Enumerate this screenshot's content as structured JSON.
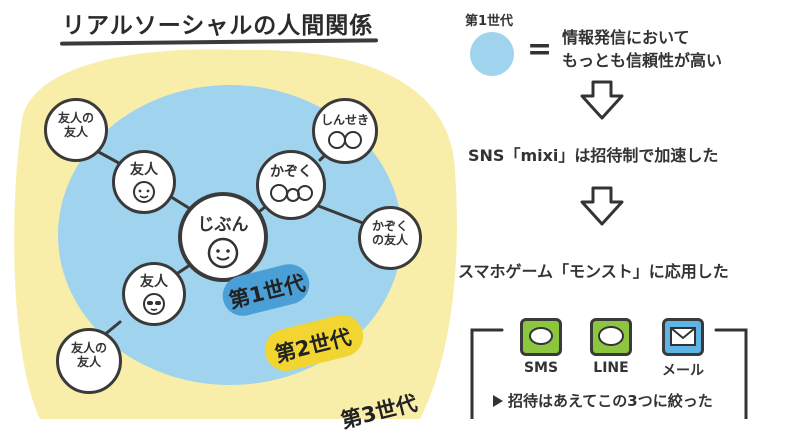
{
  "left": {
    "title": "リアルソーシャルの人間関係",
    "center_node": "じぶん",
    "nodes": {
      "friend_top": "友人",
      "friend_bottom": "友人",
      "family": "かぞく",
      "relatives": "しんせき",
      "friend_of_friend_top": "友人の友人",
      "friend_of_friend_bottom": "友人の友人",
      "family_friend": "かぞくの友人"
    },
    "generations": {
      "first": "第1世代",
      "second": "第2世代",
      "third": "第3世代"
    },
    "colors": {
      "outer_zone": "#f8eeaa",
      "inner_zone": "#9fd3ee",
      "node_fill": "#ffffff",
      "first_badge": "#4aa0d6",
      "second_badge": "#f2d531"
    }
  },
  "right": {
    "legend_label": "第1世代",
    "legend_equals": "=",
    "legend_text_line1": "情報発信において",
    "legend_text_line2": "もっとも信頼性が高い",
    "step1": "SNS「mixi」は招待制で加速した",
    "step2": "スマホゲーム「モンスト」に応用した",
    "apps": [
      {
        "icon": "sms-icon",
        "label": "SMS",
        "color": "#8cc63f"
      },
      {
        "icon": "line-icon",
        "label": "LINE",
        "color": "#8cc63f"
      },
      {
        "icon": "mail-icon",
        "label": "メール",
        "color": "#5fb4e6"
      }
    ],
    "note": "招待はあえてこの3つに絞った",
    "colors": {
      "legend_circle": "#9fd3ee"
    }
  }
}
